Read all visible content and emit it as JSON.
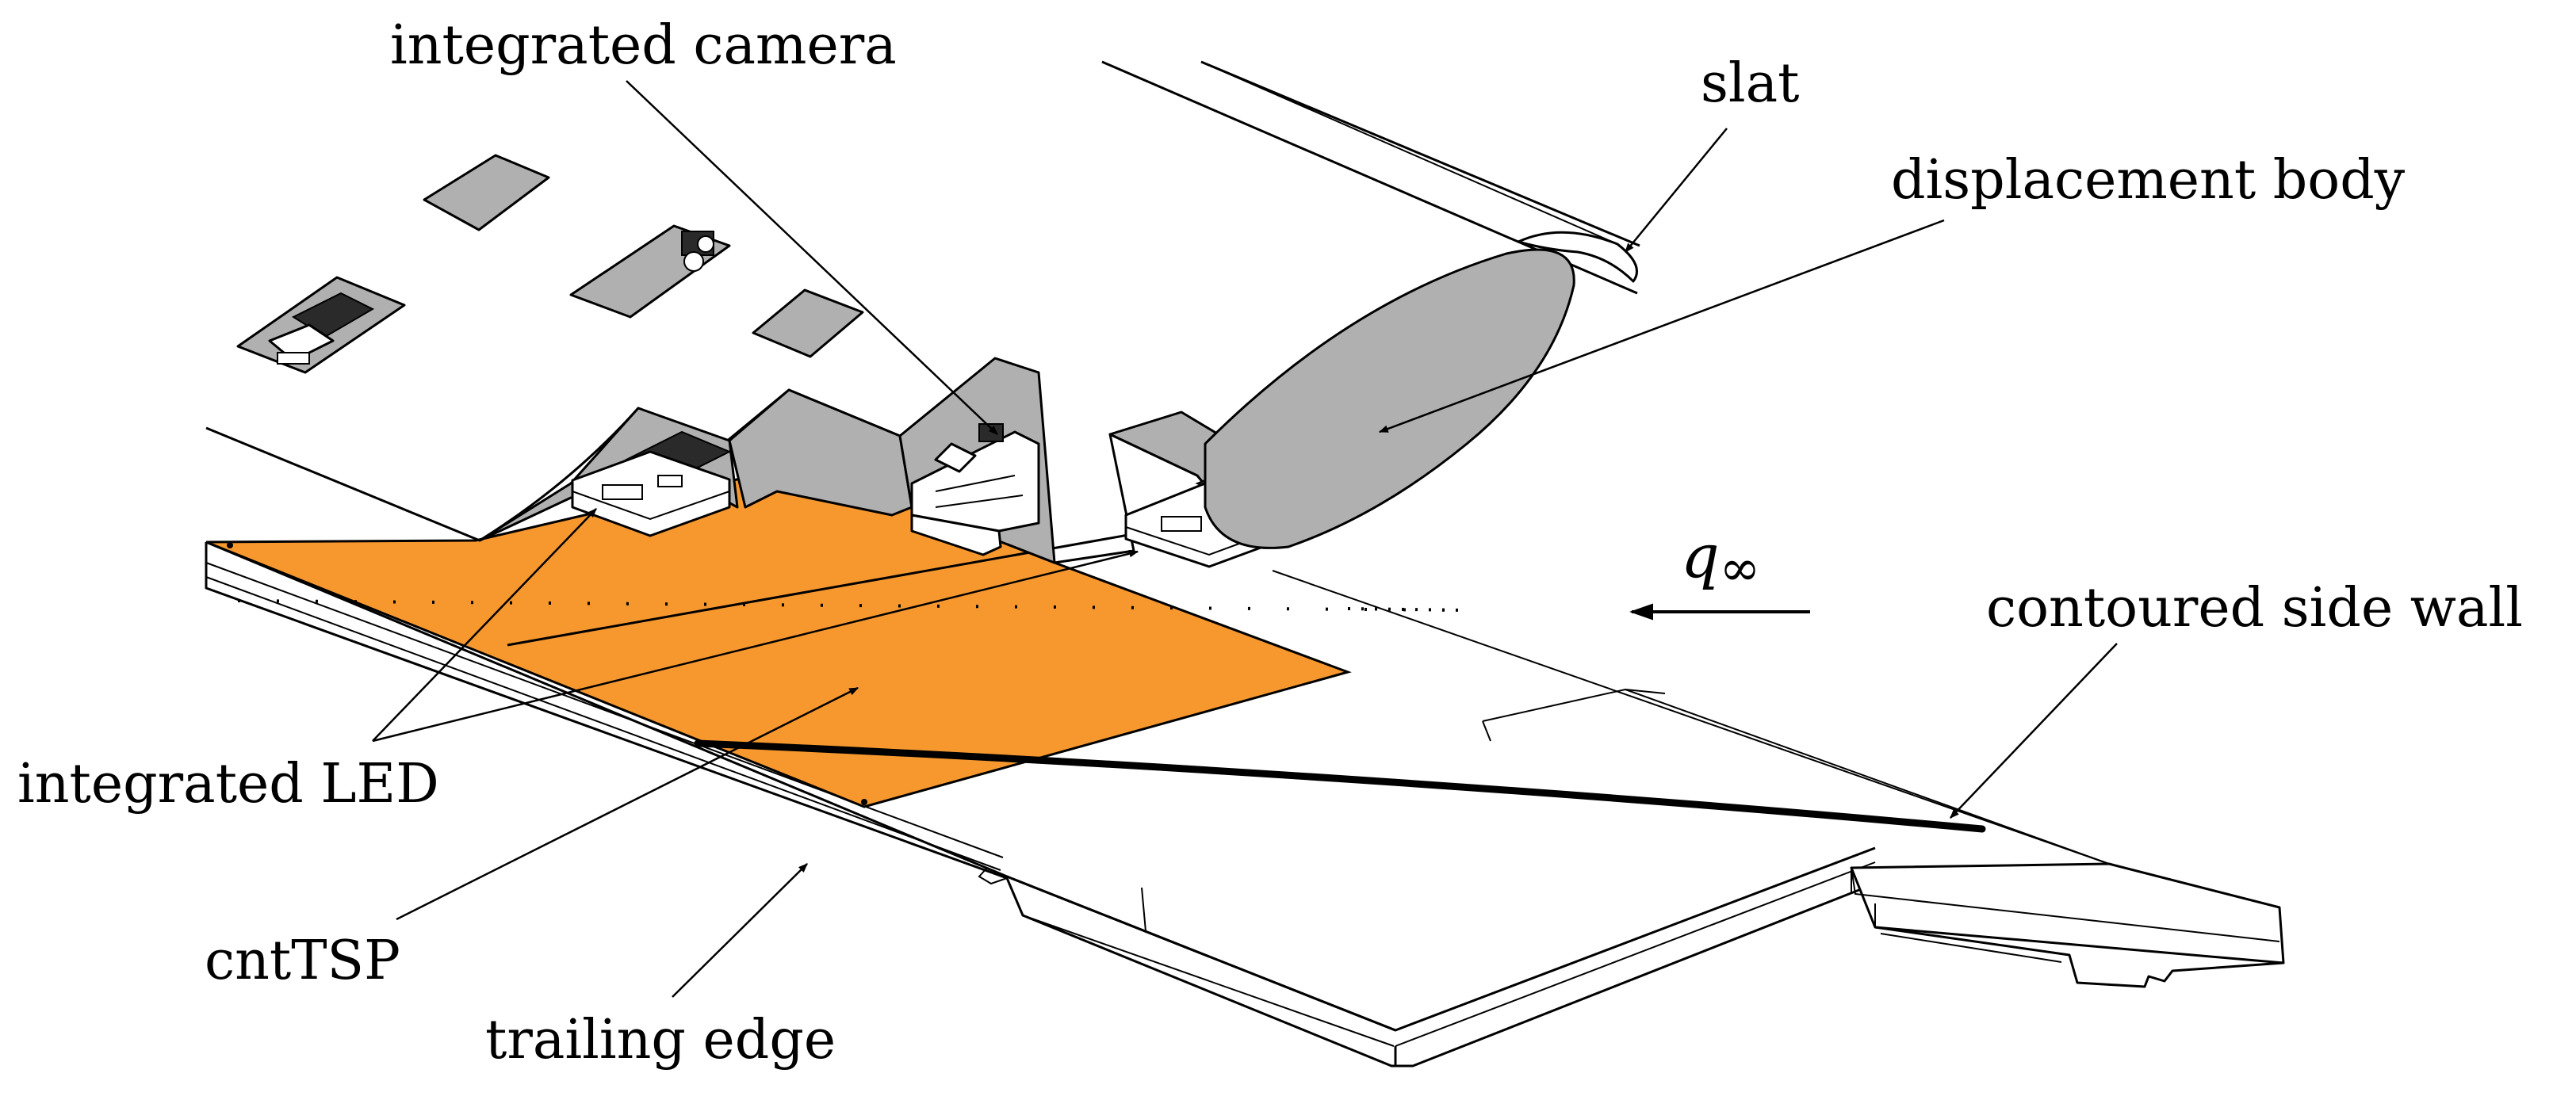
{
  "labels": {
    "integrated_camera": "integrated camera",
    "slat": "slat",
    "displacement_body": "displacement body",
    "freestream_symbol": "q",
    "freestream_subscript": "∞",
    "contoured_side_wall": "contoured side wall",
    "integrated_led": "integrated LED",
    "cnt_tsp": "cntTSP",
    "trailing_edge": "trailing edge"
  },
  "colors": {
    "cnt_tsp_fill": "#F7982F",
    "component_fill": "#B0B0B0",
    "line": "#000000",
    "background": "#FFFFFF"
  }
}
